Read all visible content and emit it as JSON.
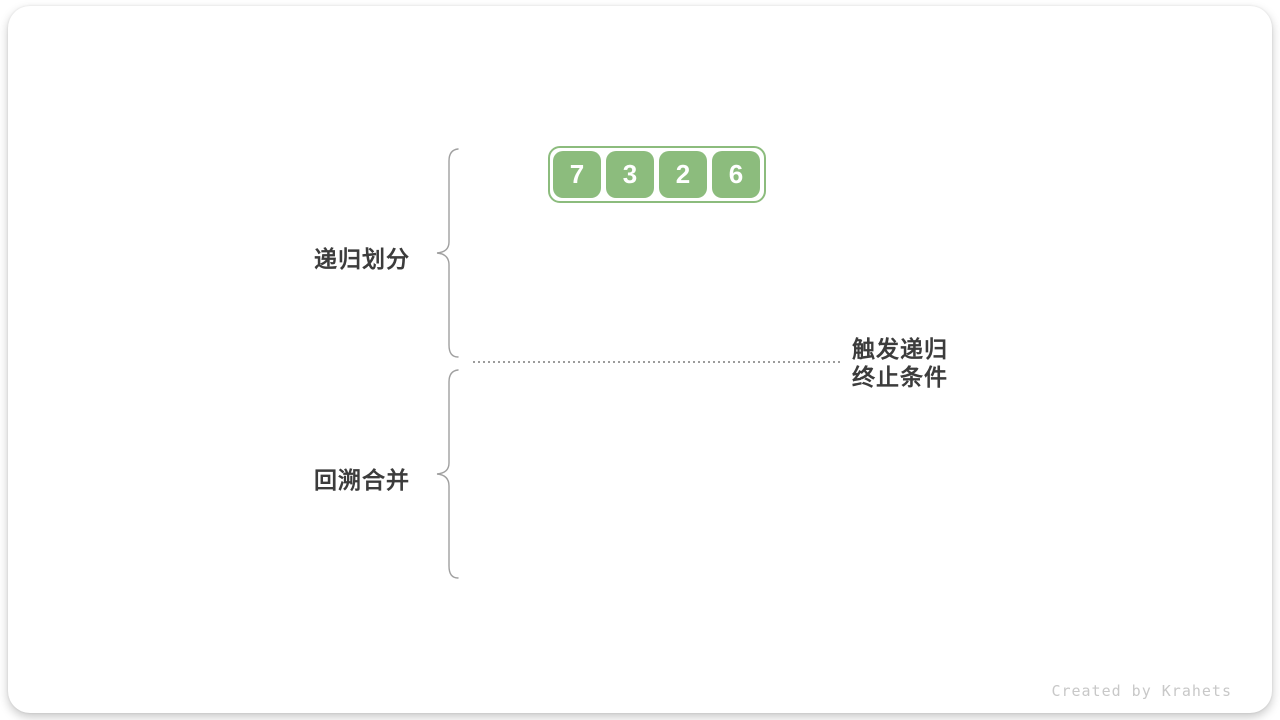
{
  "array": {
    "cells": [
      "7",
      "3",
      "2",
      "6"
    ]
  },
  "labels": {
    "phase_divide": "递归划分",
    "phase_merge": "回溯合并"
  },
  "annotation": {
    "line1": "触发递归",
    "line2": "终止条件"
  },
  "watermark": "Created by Krahets",
  "colors": {
    "cell_green": "#8CBC7D",
    "label_text": "#3C3C3C",
    "brace_gray": "#A0A0A0",
    "dotted_line_gray": "#9C9C9C",
    "watermark_gray": "#C8C8C8"
  }
}
